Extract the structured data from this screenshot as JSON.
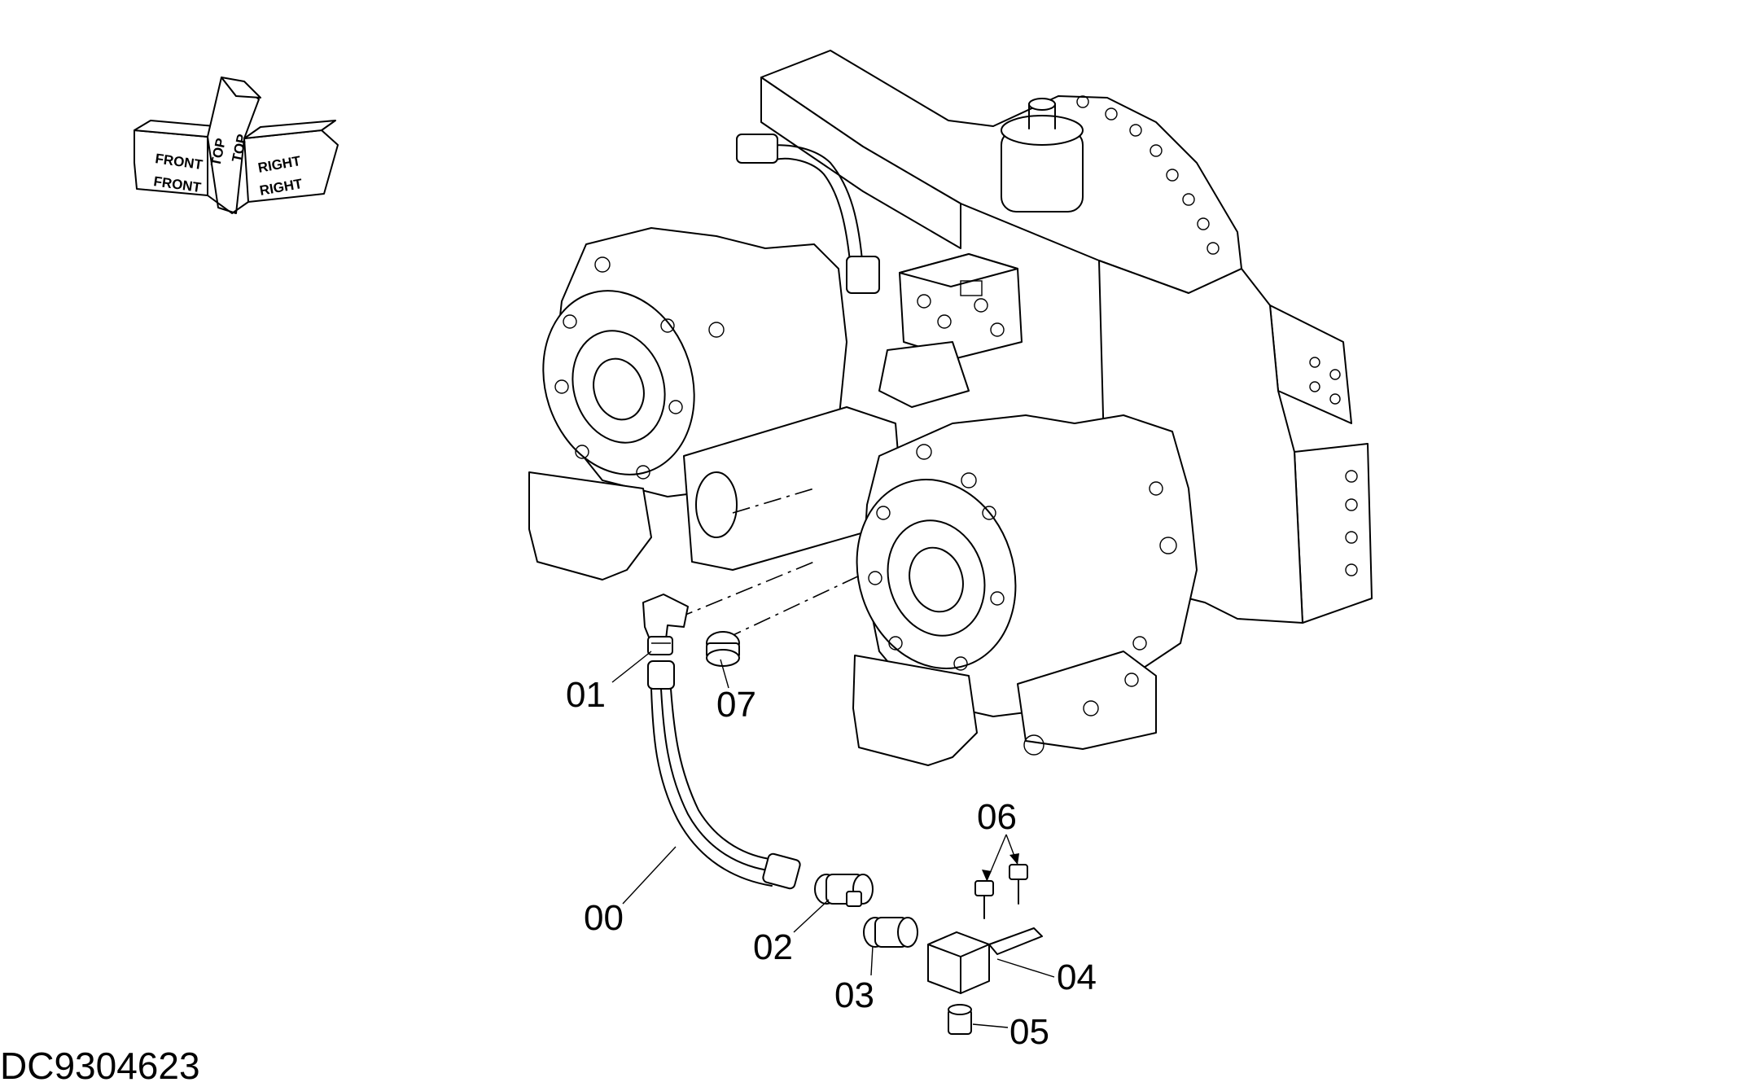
{
  "drawing_code": "DC9304623",
  "orientation_arrows": {
    "front_top": "FRONT",
    "front_bottom": "FRONT",
    "top_a": "TOP",
    "top_b": "TOP",
    "right_top": "RIGHT",
    "right_bottom": "RIGHT"
  },
  "parts": [
    {
      "label": "00",
      "name": "hose"
    },
    {
      "label": "01",
      "name": "elbow fitting"
    },
    {
      "label": "02",
      "name": "swivel fitting"
    },
    {
      "label": "03",
      "name": "adapter"
    },
    {
      "label": "04",
      "name": "block"
    },
    {
      "label": "05",
      "name": "plug"
    },
    {
      "label": "06",
      "name": "bolt"
    },
    {
      "label": "07",
      "name": "plug"
    }
  ]
}
